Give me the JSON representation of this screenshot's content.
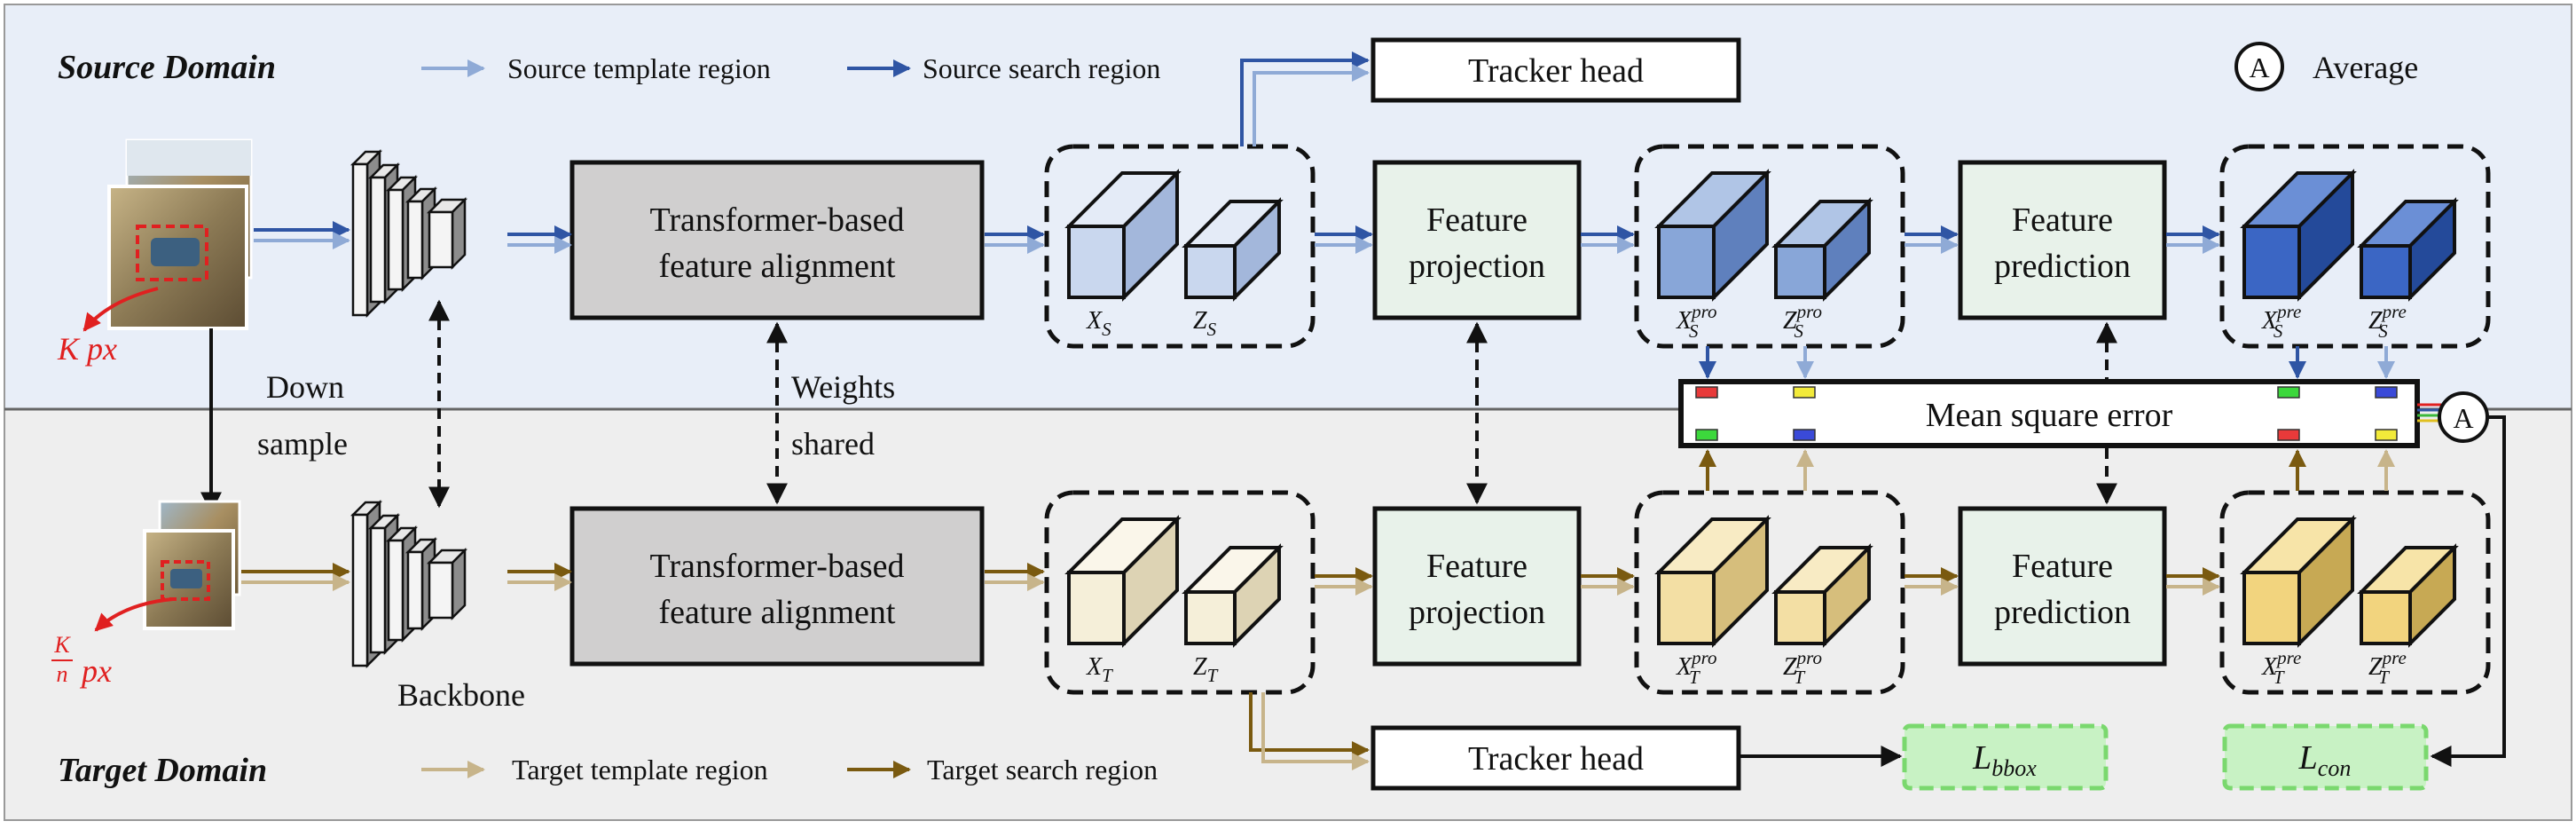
{
  "domains": {
    "source": "Source Domain",
    "target": "Target Domain"
  },
  "legend": {
    "source_template": "Source template region",
    "source_search": "Source search region",
    "target_template": "Target template region",
    "target_search": "Target search region",
    "average_symbol": "A",
    "average_label": "Average"
  },
  "labels": {
    "down": "Down",
    "sample": "sample",
    "weights": "Weights",
    "shared": "shared",
    "backbone": "Backbone",
    "source_shift": "K px",
    "target_shift_num": "K",
    "target_shift_den": "n",
    "target_shift_unit": "px"
  },
  "blocks": {
    "tracker_head": "Tracker head",
    "alignment_line1": "Transformer-based",
    "alignment_line2": "feature alignment",
    "projection_line1": "Feature",
    "projection_line2": "projection",
    "prediction_line1": "Feature",
    "prediction_line2": "prediction",
    "mse": "Mean square error",
    "loss_bbox_main": "L",
    "loss_bbox_sub": "bbox",
    "loss_con_main": "L",
    "loss_con_sub": "con"
  },
  "features": {
    "xs": {
      "main": "X",
      "sub": "S",
      "sup": ""
    },
    "zs": {
      "main": "Z",
      "sub": "S",
      "sup": ""
    },
    "xs_pro": {
      "main": "X",
      "sub": "S",
      "sup": "pro"
    },
    "zs_pro": {
      "main": "Z",
      "sub": "S",
      "sup": "pro"
    },
    "xs_pre": {
      "main": "X",
      "sub": "S",
      "sup": "pre"
    },
    "zs_pre": {
      "main": "Z",
      "sub": "S",
      "sup": "pre"
    },
    "xt": {
      "main": "X",
      "sub": "T",
      "sup": ""
    },
    "zt": {
      "main": "Z",
      "sub": "T",
      "sup": ""
    },
    "xt_pro": {
      "main": "X",
      "sub": "T",
      "sup": "pro"
    },
    "zt_pro": {
      "main": "Z",
      "sub": "T",
      "sup": "pro"
    },
    "xt_pre": {
      "main": "X",
      "sub": "T",
      "sup": "pre"
    },
    "zt_pre": {
      "main": "Z",
      "sub": "T",
      "sup": "pre"
    }
  },
  "colors": {
    "source_bg": "#e8eef8",
    "target_bg": "#eeeeee",
    "source_template_arrow": "#8faad6",
    "source_search_arrow": "#2f55a4",
    "target_template_arrow": "#c7b48a",
    "target_search_arrow": "#7a5a10",
    "alignment_fill": "#d0cfcf",
    "module_fill": "#e8f2ea",
    "loss_fill": "#c8f2c4",
    "loss_border": "#7ad86e",
    "shift_red": "#e02020"
  }
}
